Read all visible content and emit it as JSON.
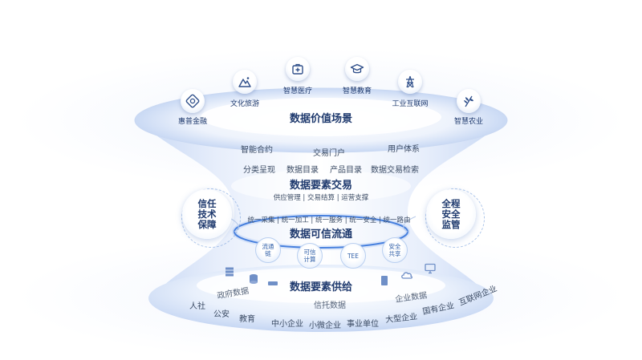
{
  "scenarios": {
    "title": "数据价值场景",
    "items": [
      {
        "label": "惠普金融",
        "icon": "finance-icon"
      },
      {
        "label": "文化旅游",
        "icon": "mountain-icon"
      },
      {
        "label": "智慧医疗",
        "icon": "medical-kit-icon"
      },
      {
        "label": "智慧教育",
        "icon": "graduation-cap-icon"
      },
      {
        "label": "工业互联网",
        "icon": "transmission-tower-icon"
      },
      {
        "label": "智慧农业",
        "icon": "wheat-icon"
      }
    ]
  },
  "trade_layer": {
    "row1": [
      "智能合约",
      "交易门户",
      "用户体系"
    ],
    "row2": [
      "分类呈现",
      "数据目录",
      "产品目录",
      "数据交易检索"
    ],
    "title": "数据要素交易",
    "sub": "供应管理 | 交易结算 | 运营支撑"
  },
  "flow_layer": {
    "unify": "统一采集 | 统一加工 | 统一服务 | 统一安全 | 统一路由",
    "title": "数据可信流通",
    "nodes": [
      {
        "lines": [
          "流通",
          "链"
        ]
      },
      {
        "lines": [
          "可信",
          "计算"
        ]
      },
      {
        "lines": [
          "TEE"
        ]
      },
      {
        "lines": [
          "安全",
          "共享"
        ]
      }
    ]
  },
  "side_badges": {
    "left": [
      "信任",
      "技术",
      "保障"
    ],
    "right": [
      "全程",
      "安全",
      "监管"
    ]
  },
  "supply_layer": {
    "title": "数据要素供给",
    "gov_title": "政府数据",
    "gov_items": [
      "人社",
      "公安",
      "教育"
    ],
    "trust_title": "信托数据",
    "trust_items": [
      "中小企业",
      "小微企业",
      "事业单位"
    ],
    "ent_title": "企业数据",
    "ent_items": [
      "大型企业",
      "国有企业",
      "互联网企业"
    ]
  },
  "colors": {
    "accent": "#2f6fd8",
    "title": "#1f3a6e",
    "glow": "#dce8fb"
  }
}
